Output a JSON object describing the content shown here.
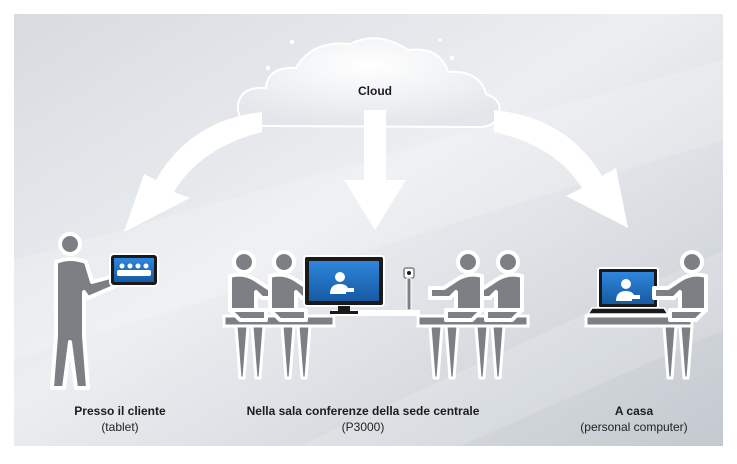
{
  "cloud": {
    "label": "Cloud"
  },
  "locations": {
    "client": {
      "title": "Presso il cliente",
      "subtitle": "(tablet)"
    },
    "hq": {
      "title": "Nella sala conferenze della sede centrale",
      "subtitle": "(P3000)"
    },
    "home": {
      "title": "A casa",
      "subtitle": "(personal computer)"
    }
  },
  "colors": {
    "background_light": "#e9ecef",
    "background_dark": "#c9ced4",
    "figure_fill": "#7c8084",
    "figure_outline": "#ffffff",
    "screen_blue": "#1f6fc2",
    "screen_frame": "#1a1a1a"
  }
}
